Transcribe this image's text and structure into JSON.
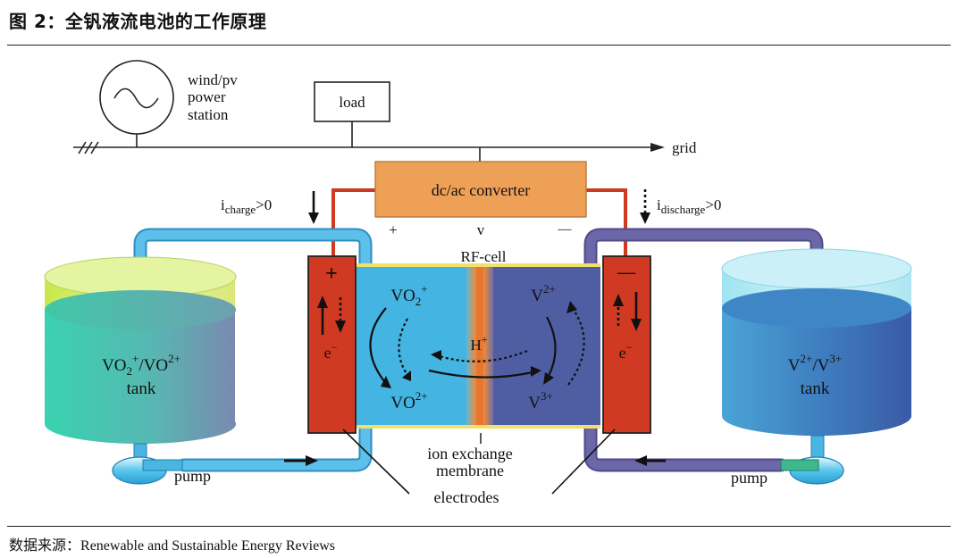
{
  "figure": {
    "title": "图 2：全钒液流电池的工作原理",
    "source_label": "数据来源：",
    "source_text": "Renewable and Sustainable Energy Reviews"
  },
  "diagram": {
    "power_station": [
      "wind/pv",
      "power",
      "station"
    ],
    "load": "load",
    "grid": "grid",
    "converter": "dc/ac converter",
    "plus": "+",
    "v": "v",
    "minus": "—",
    "i_charge_main": "i",
    "i_charge_sub": "charge",
    "i_charge_rest": ">0",
    "i_discharge_main": "i",
    "i_discharge_sub": "discharge",
    "i_discharge_rest": ">0",
    "rf_cell": "RF-cell",
    "electrode_plus": "+",
    "electrode_minus": "—",
    "electron": "e",
    "electron_sup": "−",
    "left_top_ion_base": "VO",
    "left_top_ion_sub": "2",
    "left_top_ion_sup": "+",
    "left_bottom_ion_base": "VO",
    "left_bottom_ion_sup": "2+",
    "right_top_ion_base": "V",
    "right_top_ion_sup": "2+",
    "right_bottom_ion_base": "V",
    "right_bottom_ion_sup": "3+",
    "proton_base": "H",
    "proton_sup": "+",
    "left_tank_line1": [
      "VO",
      "2",
      "+",
      "/VO",
      "2+"
    ],
    "left_tank_line2": "tank",
    "right_tank_line1": [
      "V",
      "2+",
      "/V",
      "3+"
    ],
    "right_tank_line2": "tank",
    "pump_left": "pump",
    "pump_right": "pump",
    "membrane": [
      "ion exchange",
      "membrane"
    ],
    "electrodes": "electrodes"
  },
  "colors": {
    "posolyte": "#44b4e2",
    "negolyte": "#4f5ea3",
    "electrode": "#d13a22",
    "membrane": "#ee8a3a",
    "converter": "#eea056",
    "pipe_left": "#5cc0ea",
    "pipe_right": "#6c67a9"
  }
}
